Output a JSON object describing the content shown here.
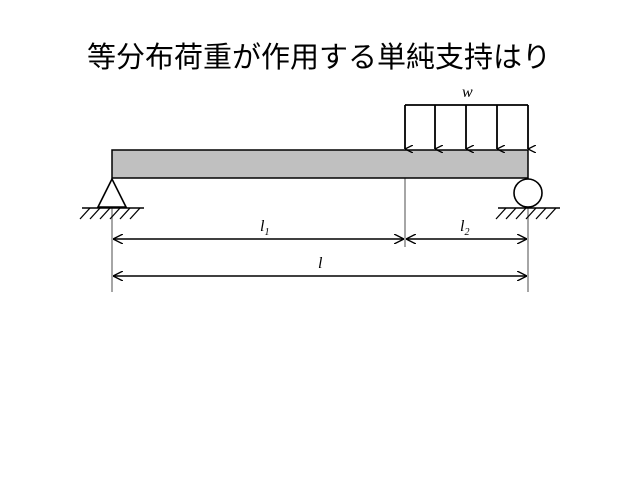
{
  "title": "等分布荷重が作用する単純支持はり",
  "labels": {
    "load": "w",
    "span1": "l",
    "span1_sub": "1",
    "span2": "l",
    "span2_sub": "2",
    "total": "l"
  },
  "colors": {
    "beam_fill": "#c0c0c0",
    "line": "#000000",
    "extension_line": "#888888"
  }
}
